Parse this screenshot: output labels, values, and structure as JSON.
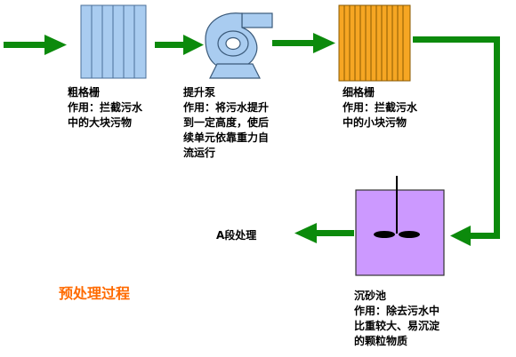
{
  "diagram": {
    "title": "预处理过程",
    "next_stage": "A段处理",
    "nodes": [
      {
        "id": "coarse-screen",
        "name": "粗格栅",
        "desc_lines": [
          "作用：拦截污水",
          "中的大块污物"
        ],
        "color": "#a9ccf0"
      },
      {
        "id": "lift-pump",
        "name": "提升泵",
        "desc_lines": [
          "作用：将污水提升",
          "到一定高度，使后",
          "续单元依靠重力自",
          "流运行"
        ],
        "color": "#a9ccf0"
      },
      {
        "id": "fine-screen",
        "name": "细格栅",
        "desc_lines": [
          "作用：拦截污水",
          "中的小块污物"
        ],
        "color": "#f6a623"
      },
      {
        "id": "grit-chamber",
        "name": "沉砂池",
        "desc_lines": [
          "作用：除去污水中",
          "比重较大、易沉淀",
          "的颗粒物质"
        ],
        "color": "#cc99ff"
      }
    ],
    "colors": {
      "arrow": "#0c8a0c",
      "title": "#ff6a00"
    }
  }
}
